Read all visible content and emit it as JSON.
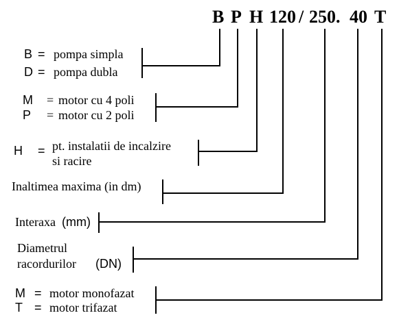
{
  "code": {
    "letters": [
      "B",
      "P",
      "H",
      "120",
      "/",
      "250.",
      "40",
      "T"
    ]
  },
  "labels": {
    "pump_b_key": "B",
    "pump_b_eq": "=",
    "pump_b_text": "pompa simpla",
    "pump_d_key": "D",
    "pump_d_eq": "=",
    "pump_d_text": "pompa dubla",
    "motor_m_key": "M",
    "motor_m_eq": "=",
    "motor_m_text": "motor cu 4 poli",
    "motor_p_key": "P",
    "motor_p_eq": "=",
    "motor_p_text": "motor cu 2 poli",
    "h_key": "H",
    "h_eq": "=",
    "h_text_1": "pt. instalatii de incalzire",
    "h_text_2": "si racire",
    "height_text": "Inaltimea maxima (in dm)",
    "interaxa_text": "Interaxa",
    "interaxa_unit": "(mm)",
    "diam_text_1": "Diametrul",
    "diam_text_2": "racordurilor",
    "diam_unit": "(DN)",
    "phase_m_key": "M",
    "phase_m_eq": "=",
    "phase_m_text": "motor monofazat",
    "phase_t_key": "T",
    "phase_t_eq": "=",
    "phase_t_text": "motor trifazat"
  }
}
